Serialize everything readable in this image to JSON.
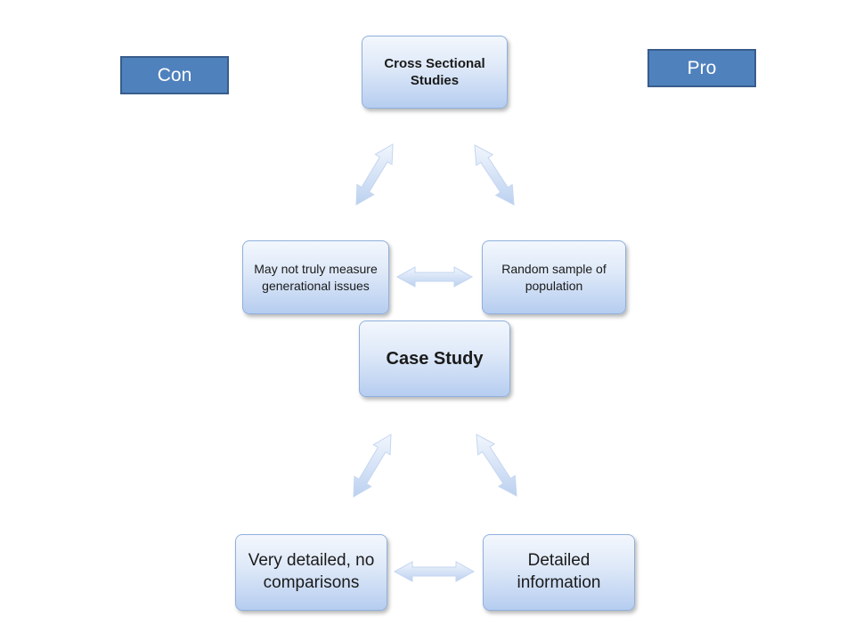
{
  "labels": {
    "con": "Con",
    "pro": "Pro"
  },
  "nodes": {
    "top": "Cross Sectional Studies",
    "mid_left": "May not truly measure generational issues",
    "mid_right": "Random sample of population",
    "center": "Case Study",
    "bottom_left": "Very detailed, no comparisons",
    "bottom_right": "Detailed information"
  }
}
